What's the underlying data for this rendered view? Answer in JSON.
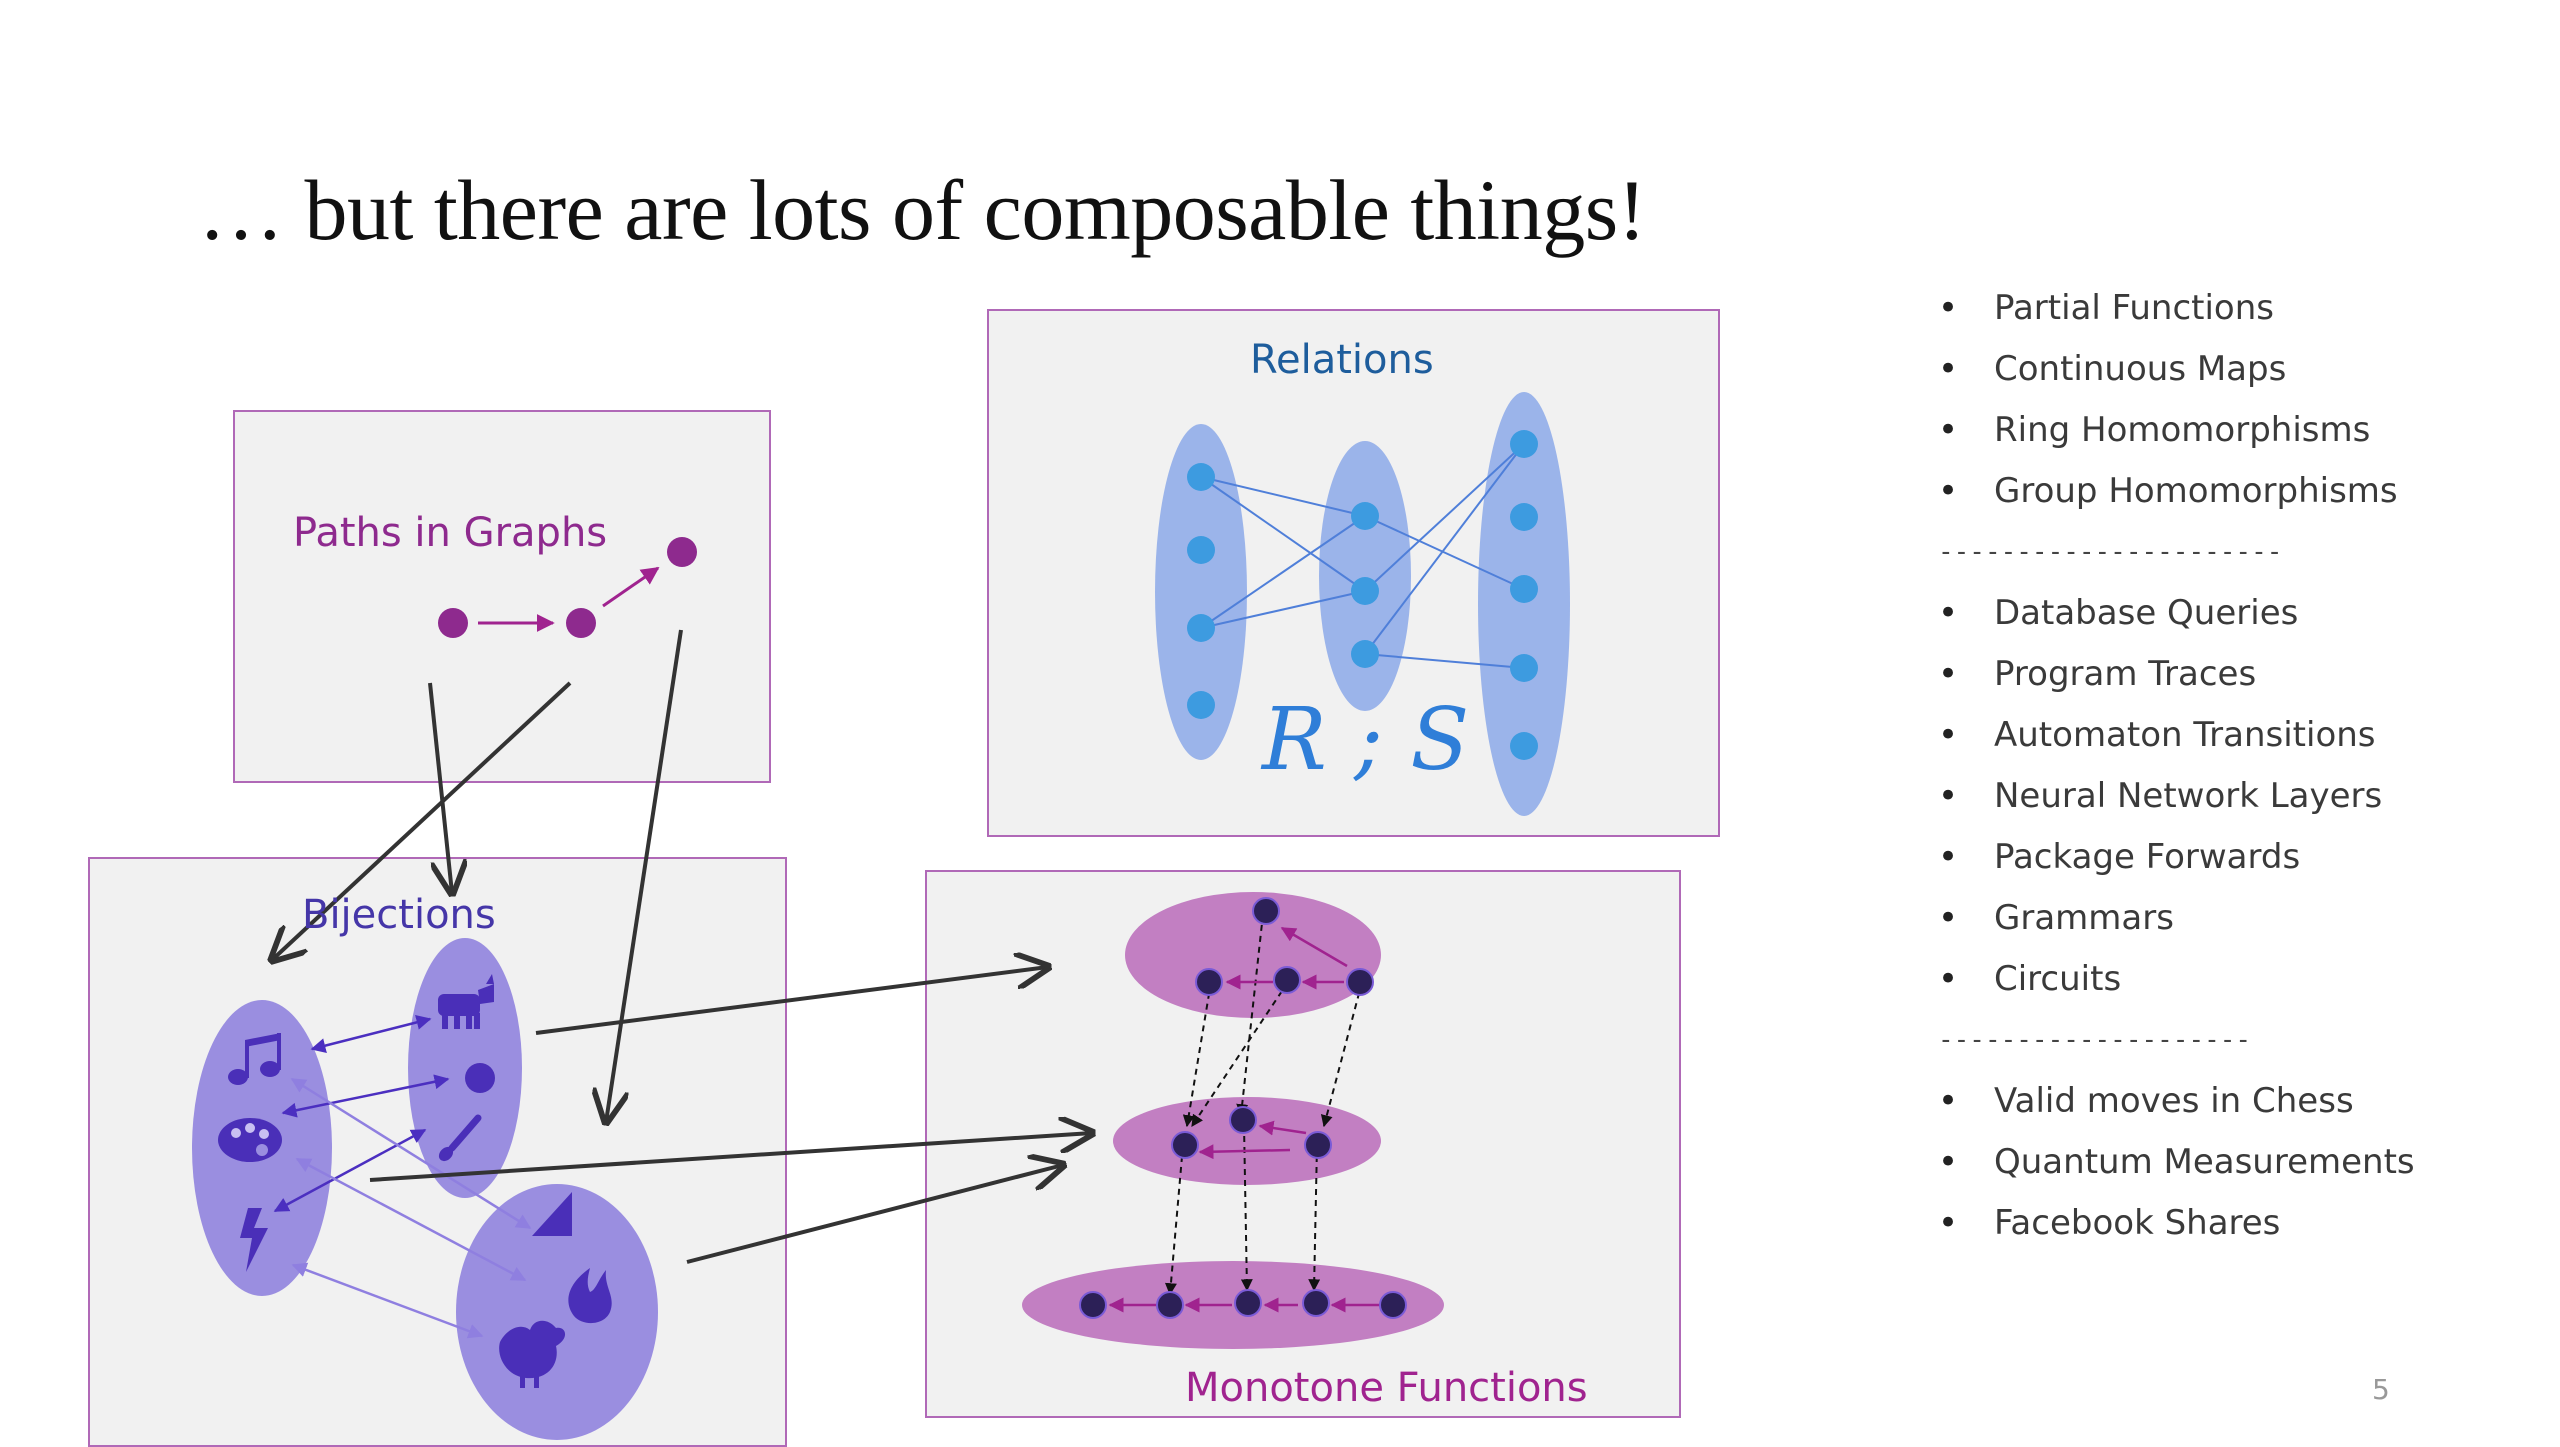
{
  "slide": {
    "title": "… but there are lots of composable things!",
    "page_number": "5"
  },
  "panels": {
    "paths": {
      "label": "Paths in Graphs"
    },
    "relations": {
      "label": "Relations",
      "formula": "R ; S"
    },
    "bijections": {
      "label": "Bijections"
    },
    "monotone": {
      "label": "Monotone Functions"
    }
  },
  "icons": {
    "set_a": [
      "music-note-icon",
      "palette-icon",
      "lightning-icon"
    ],
    "set_b": [
      "cow-icon",
      "circle-icon",
      "paintbrush-icon"
    ],
    "set_c": [
      "triangle-icon",
      "fire-icon",
      "rooster-icon"
    ]
  },
  "list": {
    "group1": [
      "Partial Functions",
      "Continuous Maps",
      "Ring Homomorphisms",
      "Group Homomorphisms"
    ],
    "separator1": "----------------------",
    "group2": [
      "Database Queries",
      "Program Traces",
      "Automaton Transitions",
      "Neural Network Layers",
      "Package Forwards",
      "Grammars",
      "Circuits"
    ],
    "separator2": "--------------------",
    "group3": [
      "Valid moves in Chess",
      "Quantum Measurements",
      "Facebook Shares"
    ]
  },
  "colors": {
    "panel_border": "#b069b7",
    "panel_fill": "#f1f1f1",
    "paths_accent": "#8e2a8e",
    "relations_blue": "#2f7ed8",
    "relations_ellipse": "#9bb4ea",
    "bijection_purple": "#5a3cc7",
    "bijection_ellipse": "#9a8ee0",
    "monotone_ellipse": "#c27fc2",
    "monotone_node": "#2c2057",
    "arrow_dark": "#333333"
  }
}
